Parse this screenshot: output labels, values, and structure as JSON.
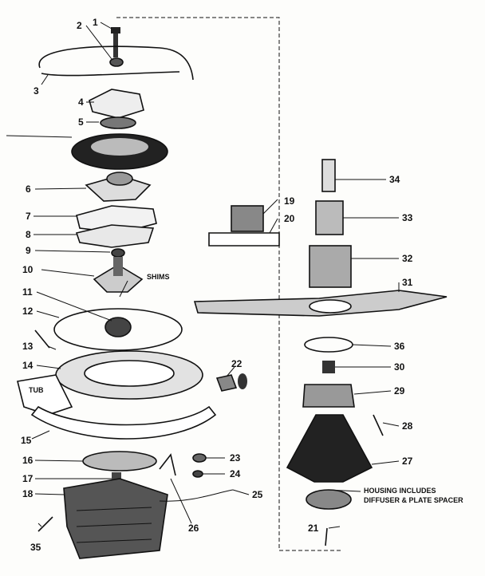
{
  "diagram": {
    "callouts": [
      {
        "id": "c1",
        "text": "1"
      },
      {
        "id": "c2",
        "text": "2"
      },
      {
        "id": "c3",
        "text": "3"
      },
      {
        "id": "c4",
        "text": "4"
      },
      {
        "id": "c5",
        "text": "5"
      },
      {
        "id": "c6",
        "text": "6"
      },
      {
        "id": "c7",
        "text": "7"
      },
      {
        "id": "c8",
        "text": "8"
      },
      {
        "id": "c9",
        "text": "9"
      },
      {
        "id": "c10",
        "text": "10"
      },
      {
        "id": "c11",
        "text": "11"
      },
      {
        "id": "c12",
        "text": "12"
      },
      {
        "id": "c13",
        "text": "13"
      },
      {
        "id": "c14",
        "text": "14"
      },
      {
        "id": "c15",
        "text": "15"
      },
      {
        "id": "c16",
        "text": "16"
      },
      {
        "id": "c17",
        "text": "17"
      },
      {
        "id": "c18",
        "text": "18"
      },
      {
        "id": "c19",
        "text": "19"
      },
      {
        "id": "c20",
        "text": "20"
      },
      {
        "id": "c21",
        "text": "21"
      },
      {
        "id": "c22",
        "text": "22"
      },
      {
        "id": "c23",
        "text": "23"
      },
      {
        "id": "c24",
        "text": "24"
      },
      {
        "id": "c25",
        "text": "25"
      },
      {
        "id": "c26",
        "text": "26"
      },
      {
        "id": "c27",
        "text": "27"
      },
      {
        "id": "c28",
        "text": "28"
      },
      {
        "id": "c29",
        "text": "29"
      },
      {
        "id": "c30",
        "text": "30"
      },
      {
        "id": "c31",
        "text": "31"
      },
      {
        "id": "c32",
        "text": "32"
      },
      {
        "id": "c33",
        "text": "33"
      },
      {
        "id": "c34",
        "text": "34"
      },
      {
        "id": "c35",
        "text": "35"
      },
      {
        "id": "c36",
        "text": "36"
      }
    ],
    "labels": {
      "shims": "SHIMS",
      "tub": "TUB",
      "housing_line1": "HOUSING INCLUDES",
      "housing_line2": "DIFFUSER & PLATE SPACER"
    }
  }
}
